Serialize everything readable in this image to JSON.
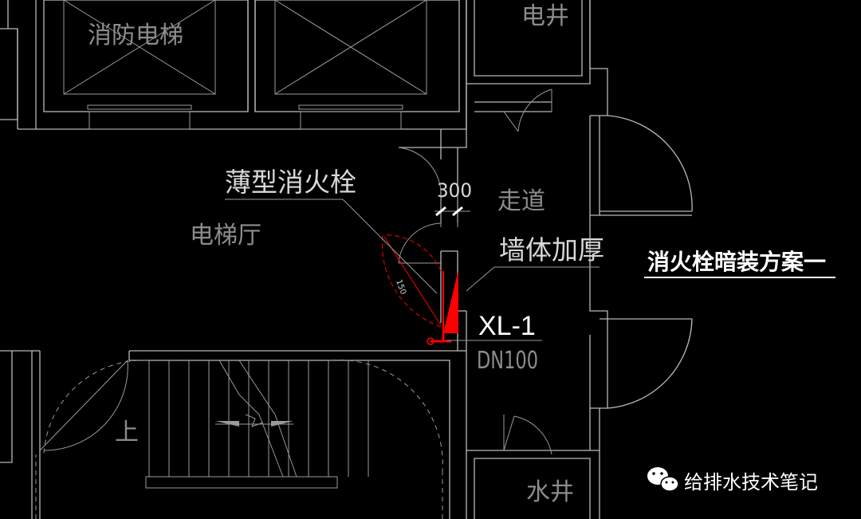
{
  "rooms": {
    "fire_elevator": "消防电梯",
    "electric_shaft": "电井",
    "corridor": "走道",
    "elevator_lobby": "电梯厅",
    "water_shaft": "水井",
    "stair_up": "上"
  },
  "annotations": {
    "hydrant_type": "薄型消火栓",
    "wall_thickening": "墙体加厚",
    "dimension_width": "300",
    "door_swing": "150"
  },
  "pipe": {
    "tag": "XL-1",
    "size": "DN100"
  },
  "title": "消火栓暗装方案一",
  "watermark": {
    "account": "给排水技术笔记",
    "icon": "wechat-icon"
  },
  "colors": {
    "background": "#000000",
    "walls": "#b8b8b8",
    "hydrant": "#ff0000",
    "title": "#ffffff"
  }
}
